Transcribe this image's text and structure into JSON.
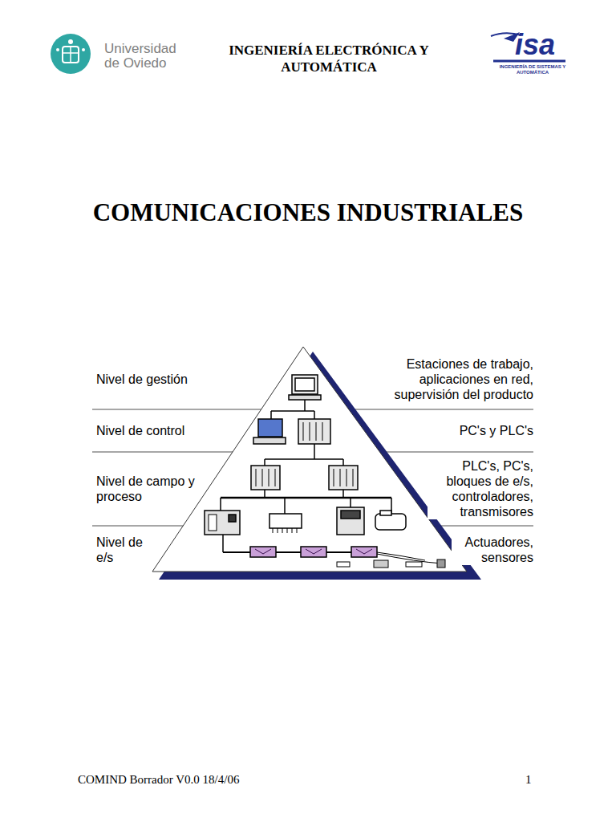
{
  "diagram": {
    "title": "COMUNICACIONES INDUSTRIALES",
    "nodes": [
      {
        "text": [
          "Nivel de gestión",
          "Estaciones de trabajo, aplicaciones en red, supervisión del producto"
        ]
      },
      {
        "text": [
          "Nivel de control",
          "PC's y PLC's"
        ]
      },
      {
        "text": [
          "Nivel de campo y proceso",
          "PLC's, PC's, bloques de e/s, controladores, transmisores"
        ]
      },
      {
        "text": [
          "Nivel de e/s",
          "Actuadores, sensores"
        ]
      }
    ],
    "labels": [
      "Universidad de Oviedo",
      "INGENIERÍA ELECTRÓNICA Y AUTOMÁTICA",
      "isa",
      "INGENIERÍA DE SISTEMAS Y AUTOMÁTICA",
      "COMIND Borrador V0.0 18/4/06",
      "1"
    ]
  }
}
